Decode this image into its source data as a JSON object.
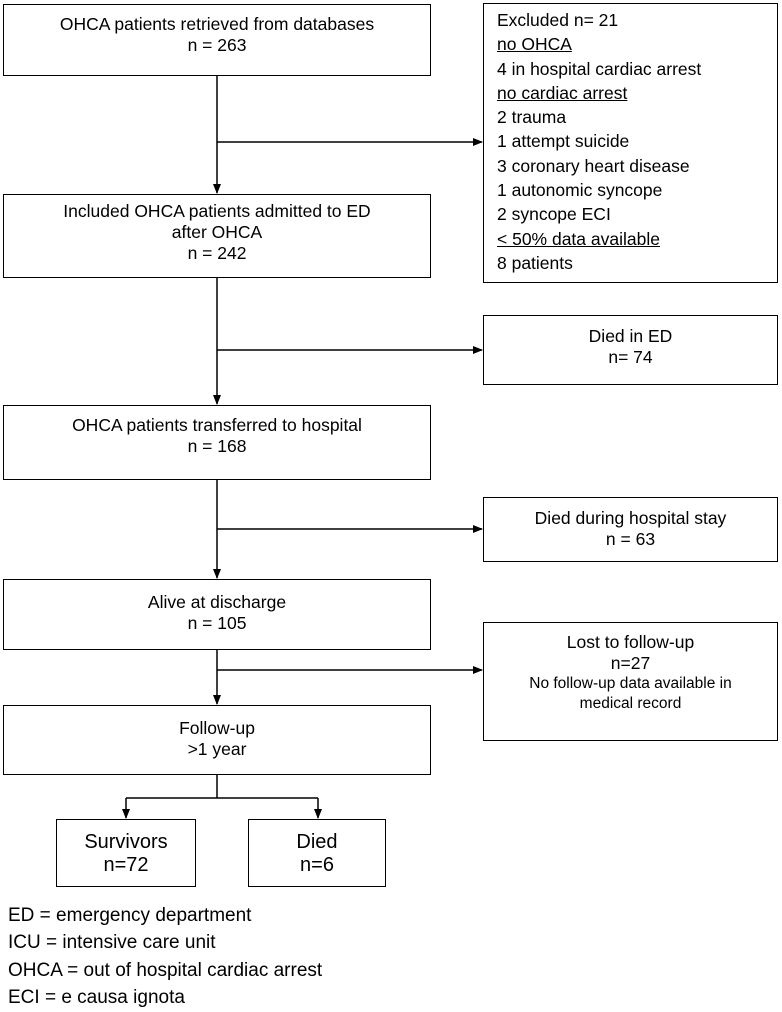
{
  "boxes": {
    "retrieved": [
      "OHCA patients retrieved from databases",
      "n = 263"
    ],
    "included": [
      "Included OHCA patients admitted to ED",
      "after OHCA",
      "n = 242"
    ],
    "transferred": [
      "OHCA patients transferred to hospital",
      "n = 168"
    ],
    "alive": [
      "Alive at discharge",
      "n = 105"
    ],
    "followup": [
      "Follow-up",
      ">1 year"
    ],
    "survivors": [
      "Survivors",
      "n=72"
    ],
    "died": [
      "Died",
      "n=6"
    ],
    "died_ed": [
      "Died in ED",
      "n= 74"
    ],
    "died_hospital": [
      "Died during hospital stay",
      "n = 63"
    ],
    "lost": [
      "Lost to follow-up",
      "n=27"
    ],
    "lost_note": [
      "No follow-up data available in",
      "medical record"
    ]
  },
  "excluded": [
    {
      "text": "Excluded n= 21",
      "underline": false
    },
    {
      "text": "no OHCA",
      "underline": true
    },
    {
      "text": "4 in hospital cardiac arrest",
      "underline": false
    },
    {
      "text": "no cardiac arrest",
      "underline": true
    },
    {
      "text": "2 trauma",
      "underline": false
    },
    {
      "text": "1 attempt suicide",
      "underline": false
    },
    {
      "text": "3 coronary heart disease",
      "underline": false
    },
    {
      "text": "1 autonomic syncope",
      "underline": false
    },
    {
      "text": "2 syncope ECI",
      "underline": false
    },
    {
      "text": "< 50% data available",
      "underline": true
    },
    {
      "text": "8 patients",
      "underline": false
    }
  ],
  "legend": [
    "ED = emergency department",
    "ICU = intensive care unit",
    "OHCA =  out of hospital cardiac arrest",
    "ECI = e causa ignota"
  ]
}
